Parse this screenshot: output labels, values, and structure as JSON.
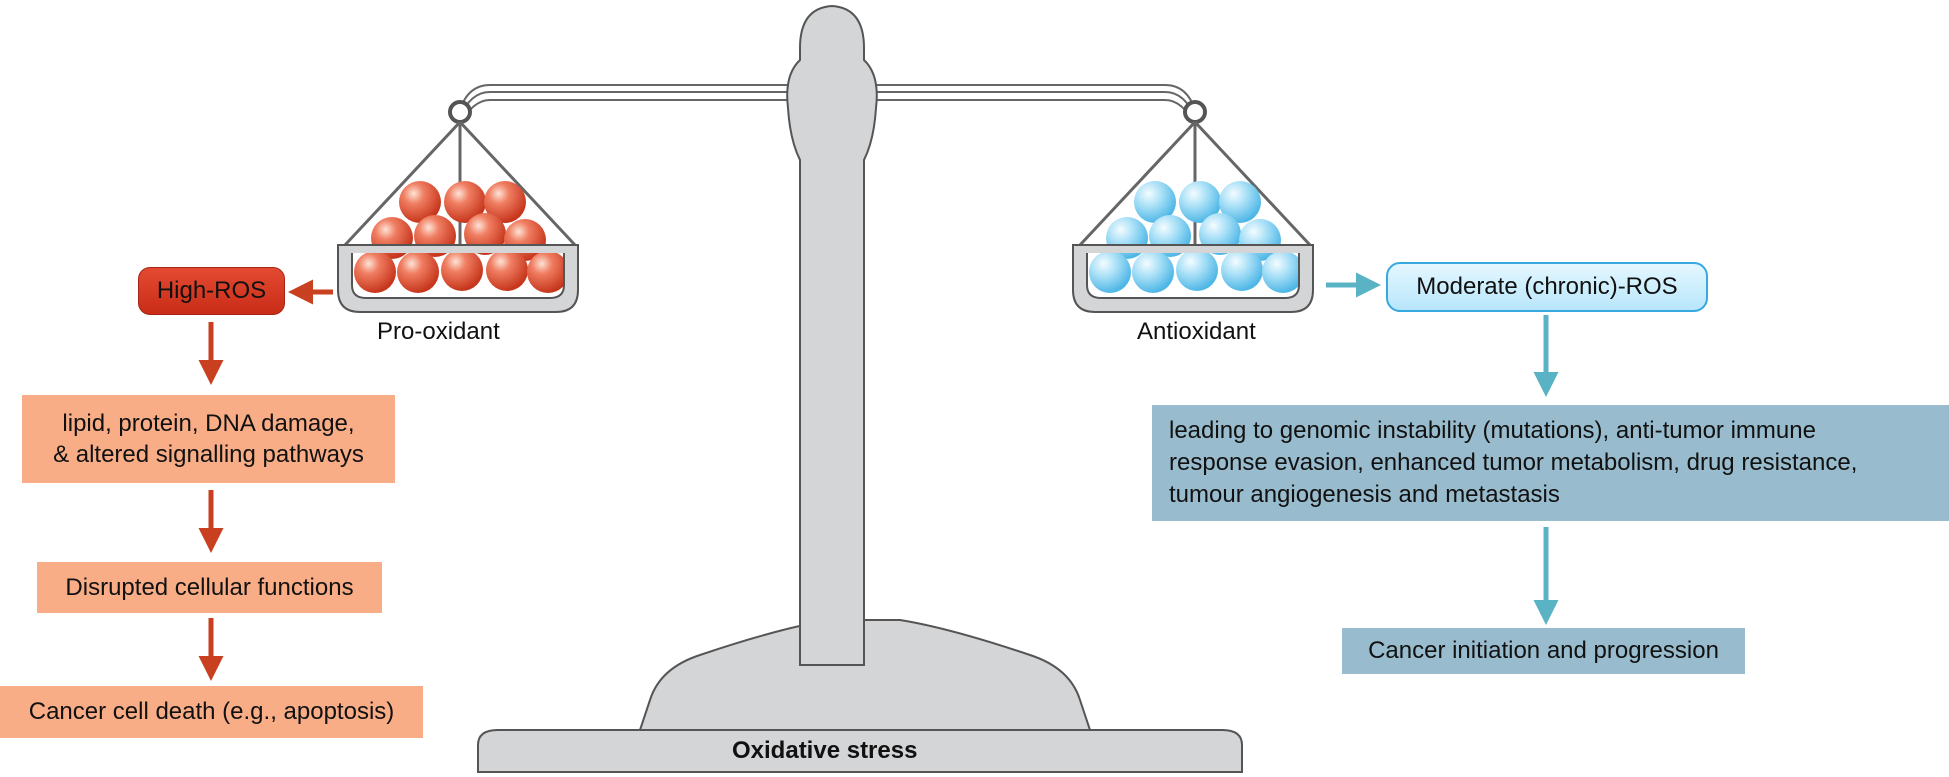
{
  "scale": {
    "base_label": "Oxidative stress",
    "left_pan_label": "Pro-oxidant",
    "right_pan_label": "Antioxidant"
  },
  "left_chain": {
    "start": "High-ROS",
    "steps": [
      "lipid, protein, DNA damage,\n& altered signalling pathways",
      "Disrupted cellular functions",
      "Cancer cell death (e.g., apoptosis)"
    ]
  },
  "right_chain": {
    "start": "Moderate (chronic)-ROS",
    "steps": [
      "leading to genomic instability (mutations), anti-tumor immune\nresponse evasion, enhanced tumor metabolism, drug resistance,\ntumour angiogenesis and metastasis",
      "Cancer initiation and progression"
    ]
  },
  "colors": {
    "left_arrow": "#c8401f",
    "right_arrow": "#5ab3c4",
    "left_box": "#f9ad86",
    "right_box": "#98bccd",
    "red_ball": "#e2543b",
    "blue_ball": "#9fd8f3",
    "scale_gray": "#d4d5d7"
  }
}
